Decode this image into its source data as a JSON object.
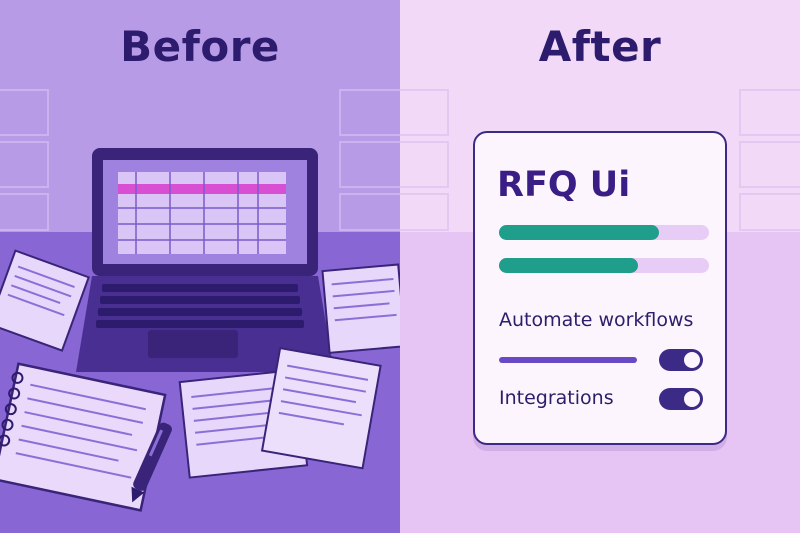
{
  "panels": {
    "before": {
      "heading": "Before"
    },
    "after": {
      "heading": "After",
      "card": {
        "title": "RFQ Ui",
        "progress": [
          0.76,
          0.66
        ],
        "features": [
          {
            "label": "Automate workflows",
            "enabled": true
          },
          {
            "label": "Integrations",
            "enabled": true
          }
        ]
      }
    }
  },
  "colors": {
    "before_bg": "#b89be6",
    "after_bg": "#f1d9f7",
    "heading": "#2d1b6e",
    "progress_fill": "#1f9e8b",
    "accent": "#3b2a86"
  }
}
